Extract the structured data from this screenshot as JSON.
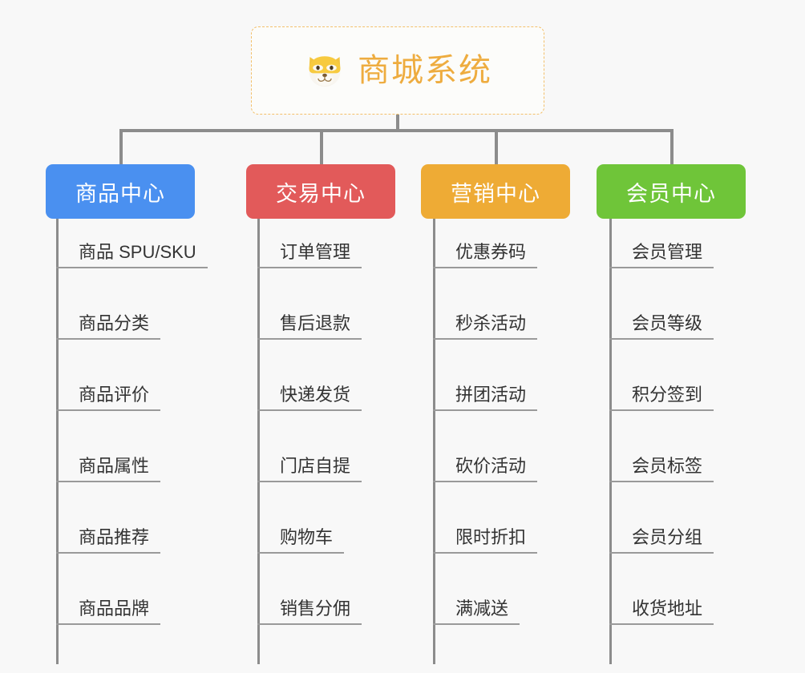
{
  "diagram": {
    "title": "商城系统",
    "type": "mindmap",
    "background_color": "#f8f8f8",
    "root": {
      "label": "商城系统",
      "icon": "shiba-dog-emoji",
      "text_color": "#eeac3f",
      "border_color": "#f3c06b",
      "border_style": "dashed",
      "background_color": "#fcfcfa"
    },
    "connector_color": "#8c8c8c",
    "leaf_text_color": "#333333",
    "leaf_underline_color": "#9a9a9a",
    "branches": [
      {
        "label": "商品中心",
        "color": "#4a90f0",
        "items": [
          "商品 SPU/SKU",
          "商品分类",
          "商品评价",
          "商品属性",
          "商品推荐",
          "商品品牌"
        ]
      },
      {
        "label": "交易中心",
        "color": "#e25a5a",
        "items": [
          "订单管理",
          "售后退款",
          "快递发货",
          "门店自提",
          "购物车",
          "销售分佣"
        ]
      },
      {
        "label": "营销中心",
        "color": "#eeab35",
        "items": [
          "优惠券码",
          "秒杀活动",
          "拼团活动",
          "砍价活动",
          "限时折扣",
          "满减送"
        ]
      },
      {
        "label": "会员中心",
        "color": "#6fc539",
        "items": [
          "会员管理",
          "会员等级",
          "积分签到",
          "会员标签",
          "会员分组",
          "收货地址"
        ]
      }
    ]
  }
}
